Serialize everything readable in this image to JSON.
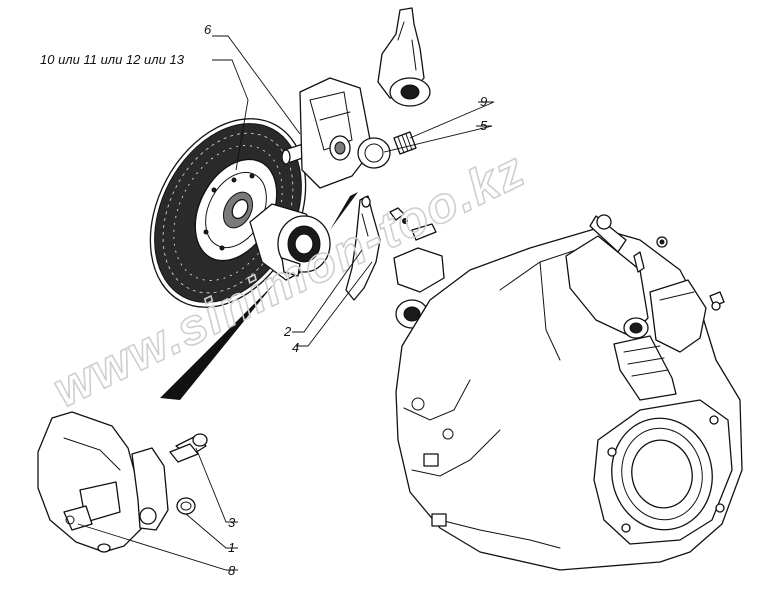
{
  "diagram": {
    "callouts": [
      {
        "id": "6",
        "text": "6"
      },
      {
        "id": "10-13",
        "text": "10 или 11 или 12 или 13"
      },
      {
        "id": "9",
        "text": "9"
      },
      {
        "id": "5",
        "text": "5"
      },
      {
        "id": "2",
        "text": "2"
      },
      {
        "id": "4",
        "text": "4"
      },
      {
        "id": "3",
        "text": "3"
      },
      {
        "id": "1",
        "text": "1"
      },
      {
        "id": "8",
        "text": "8"
      }
    ],
    "watermark": "www.sinimon-too.kz"
  }
}
